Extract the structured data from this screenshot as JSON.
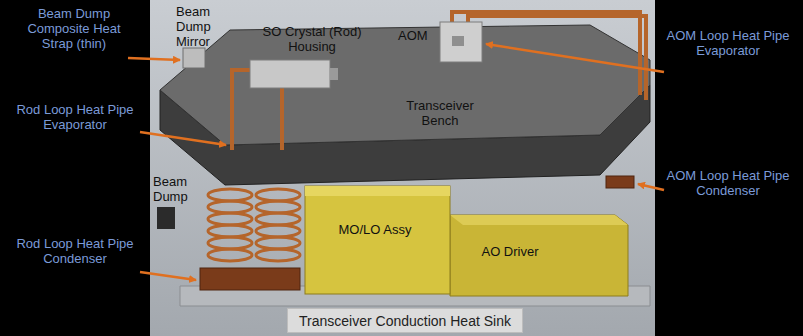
{
  "diagram": {
    "nodes": [
      {
        "text": [
          "Transceiver Conduction Heat Sink"
        ]
      }
    ],
    "labels": [
      "Beam Dump Composite Heat Strap (thin)",
      "Beam Dump Mirror",
      "SO Crystal (Rod) Housing",
      "AOM",
      "AOM Loop Heat Pipe Evaporator",
      "Rod Loop Heat Pipe Evaporator",
      "Transceiver Bench",
      "AOM Loop Heat Pipe Condenser",
      "Beam Dump",
      "MO/LO Assy",
      "AO Driver",
      "Rod Loop Heat Pipe Condenser"
    ]
  }
}
